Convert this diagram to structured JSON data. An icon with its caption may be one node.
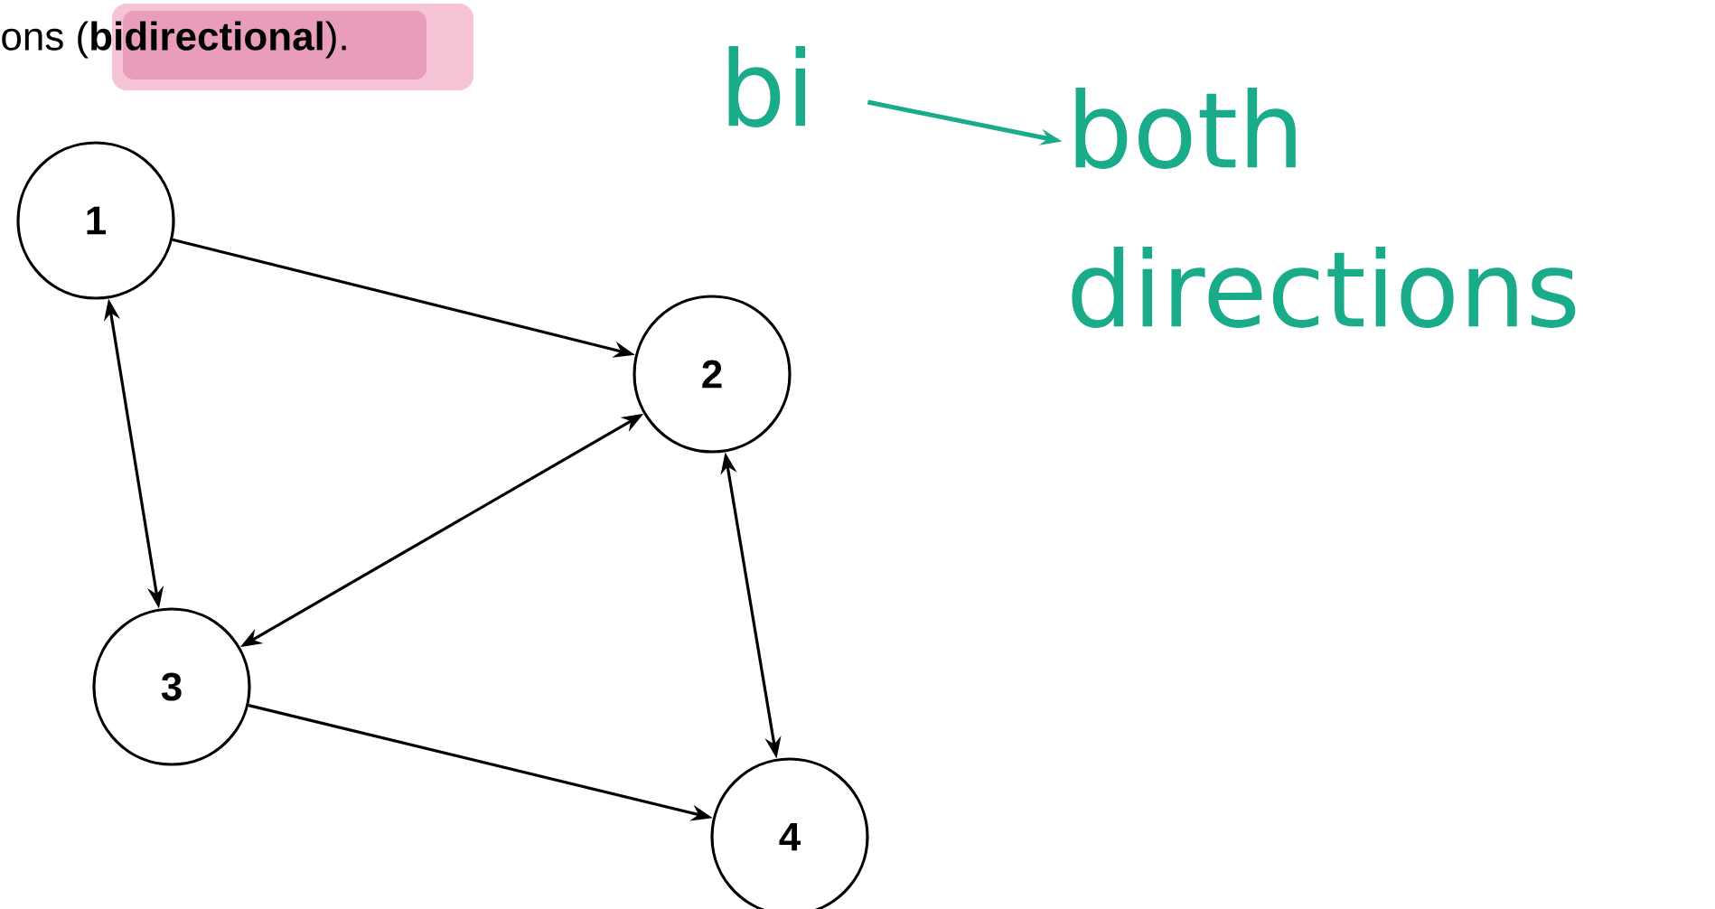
{
  "diagram": {
    "nodes": [
      {
        "text": [
          "1"
        ]
      },
      {
        "text": [
          "2"
        ]
      },
      {
        "text": [
          "3"
        ]
      },
      {
        "text": [
          "4"
        ]
      },
      {
        "text": [
          "bi"
        ]
      },
      {
        "text": [
          "both directions"
        ]
      }
    ],
    "edges": [
      {
        "from": 0,
        "to": 1,
        "arrow": "to"
      },
      {
        "from": 0,
        "to": 2,
        "arrow": "both"
      },
      {
        "from": 1,
        "to": 2,
        "arrow": "both"
      },
      {
        "from": 1,
        "to": 3,
        "arrow": "both"
      },
      {
        "from": 2,
        "to": 3,
        "arrow": "to"
      },
      {
        "from": 4,
        "to": 5,
        "arrow": "to",
        "color": "#1aab8a"
      }
    ],
    "labels": [
      "ons (**bidirectional**)."
    ]
  }
}
